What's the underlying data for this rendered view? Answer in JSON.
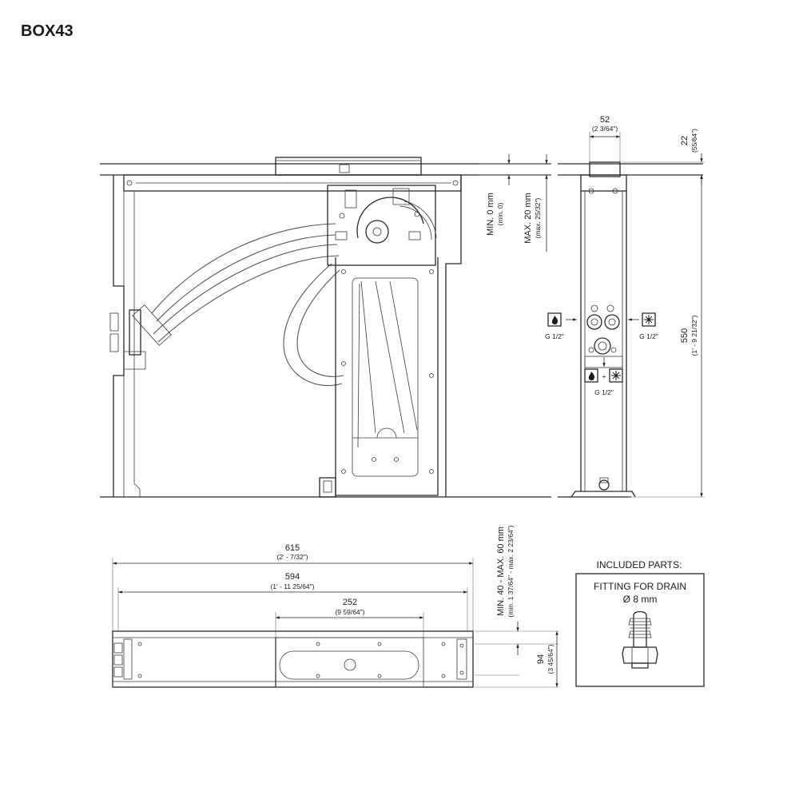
{
  "title": "BOX43",
  "front_view": {
    "min_depth": {
      "main": "MIN. 0 mm",
      "sub": "(min. 0)"
    },
    "max_depth": {
      "main": "MAX. 20 mm",
      "sub": "(max. 25/32\")"
    }
  },
  "side_view": {
    "width": {
      "main": "52",
      "sub": "(2 3/64\")"
    },
    "top": {
      "main": "22",
      "sub": "(55/64\")"
    },
    "height": {
      "main": "550",
      "sub": "(1' - 9 21/32\")"
    },
    "connections": {
      "hot_left": "G 1/2\"",
      "cold_right": "G 1/2\"",
      "combined": "G 1/2\"",
      "plus_sign": "+"
    }
  },
  "top_view": {
    "overall": {
      "main": "615",
      "sub": "(2' - 7/32\")"
    },
    "inner": {
      "main": "594",
      "sub": "(1' - 11 25/64\")"
    },
    "slot": {
      "main": "252",
      "sub": "(9 59/64\")"
    },
    "depth_range": {
      "main": "MIN. 40 - MAX. 60 mm",
      "sub": "(min. 1 37/64\" - max. 2 23/64\")"
    },
    "height": {
      "main": "94",
      "sub": "(3 45/64\")"
    }
  },
  "included_parts": {
    "heading": "INCLUDED PARTS:",
    "item_name": "FITTING FOR DRAIN",
    "item_size": "Ø 8 mm"
  },
  "icons": [
    "flame-icon",
    "snowflake-icon",
    "arrow-right-icon",
    "arrow-left-icon",
    "arrow-down-icon",
    "drain-fitting-icon"
  ]
}
